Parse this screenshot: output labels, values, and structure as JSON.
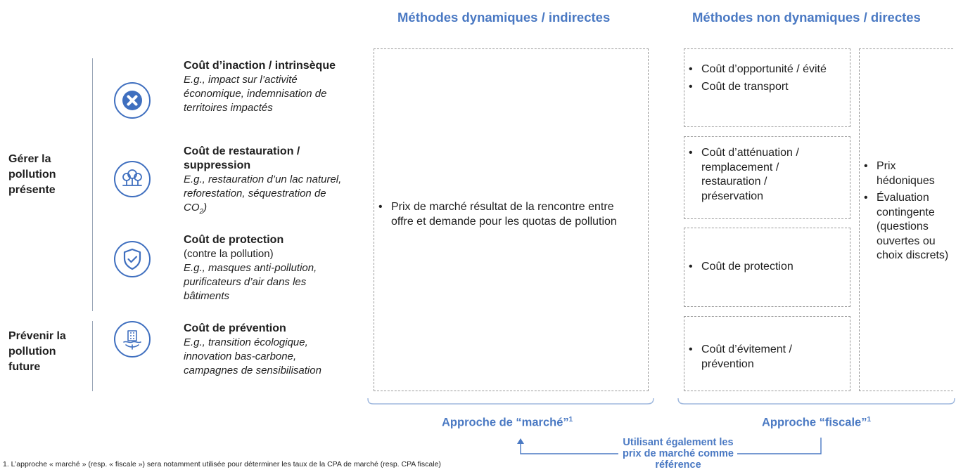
{
  "headers": {
    "dynamic": "Méthodes dynamiques / indirectes",
    "non_dynamic": "Méthodes non dynamiques / directes"
  },
  "groups": {
    "present": "Gérer la pollution présente",
    "future": "Prévenir la pollution future"
  },
  "costs": [
    {
      "title": "Coût d’inaction / intrinsèque",
      "desc": "E.g., impact sur l’activité économique, indemnisation de territoires impactés",
      "icon": "close-circle-icon"
    },
    {
      "title": "Coût de restauration / suppression",
      "desc_prefix": "E.g., restauration d’un lac naturel, reforestation, séquestration de CO",
      "desc_sub": "2",
      "desc_suffix": ")",
      "icon": "forest-icon"
    },
    {
      "title": "Coût de protection",
      "note": "(contre la pollution)",
      "desc": "E.g., masques anti-pollution, purificateurs d’air dans les bâtiments",
      "icon": "shield-check-icon"
    },
    {
      "title": "Coût de prévention",
      "desc": "E.g., transition écologique, innovation bas-carbone, campagnes de sensibilisation",
      "icon": "green-city-icon"
    }
  ],
  "dynamic_box": {
    "bullet": "Prix de marché résultat de la rencontre entre offre et demande pour les quotas de pollution"
  },
  "direct_boxes": {
    "box1": [
      "Coût d’opportunité / évité",
      "Coût de transport"
    ],
    "box2": [
      "Coût d’atténuation / remplacement / restauration / préservation"
    ],
    "box3": [
      "Coût de protection"
    ],
    "box4": [
      "Coût d’évitement / prévention"
    ],
    "right": [
      "Prix hédoniques",
      "Évaluation contingente (questions ouvertes ou choix discrets)"
    ]
  },
  "approaches": {
    "market": "Approche de “marché”",
    "market_sup": "1",
    "fiscal": "Approche “fiscale”",
    "fiscal_sup": "1",
    "using_also": "Utilisant également les prix de marché comme référence"
  },
  "footnote": "1. L’approche « marché » (resp. « fiscale ») sera notamment utilisée pour déterminer les taux de la CPA de marché (resp. CPA fiscale)",
  "colors": {
    "accent": "#4a79c3",
    "icon": "#3f6fbf",
    "border": "#9a9a9a"
  }
}
